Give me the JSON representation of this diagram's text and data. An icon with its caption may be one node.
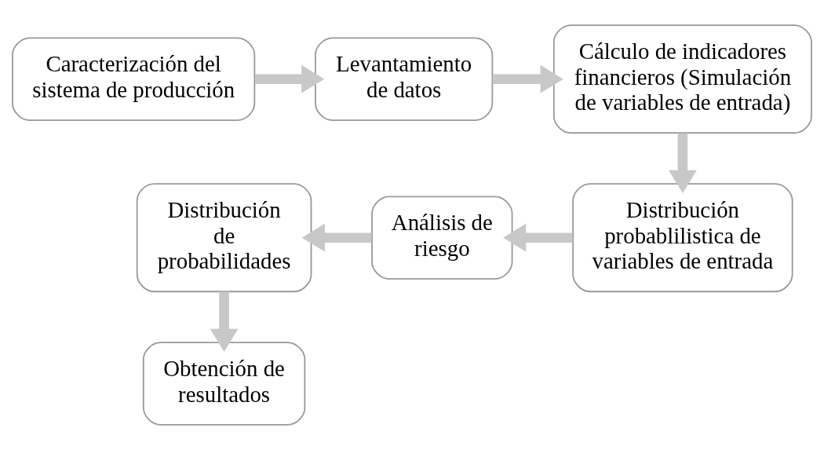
{
  "diagram": {
    "nodes": [
      {
        "text": [
          "Caracterización del sistema de producción"
        ]
      },
      {
        "text": [
          "Levantamiento de datos"
        ]
      },
      {
        "text": [
          "Cálculo de indicadores financieros (Simulación de variables de entrada)"
        ]
      },
      {
        "text": [
          "Distribución probablilistica de variables de entrada"
        ]
      },
      {
        "text": [
          "Análisis de riesgo"
        ]
      },
      {
        "text": [
          "Distribución de probabilidades"
        ]
      },
      {
        "text": [
          "Obtención de resultados"
        ]
      }
    ],
    "edges": [
      {
        "from": 0,
        "to": 1,
        "arrow": "to"
      },
      {
        "from": 1,
        "to": 2,
        "arrow": "to"
      },
      {
        "from": 2,
        "to": 3,
        "arrow": "to"
      },
      {
        "from": 3,
        "to": 4,
        "arrow": "to"
      },
      {
        "from": 4,
        "to": 5,
        "arrow": "to"
      },
      {
        "from": 5,
        "to": 6,
        "arrow": "to"
      }
    ]
  }
}
